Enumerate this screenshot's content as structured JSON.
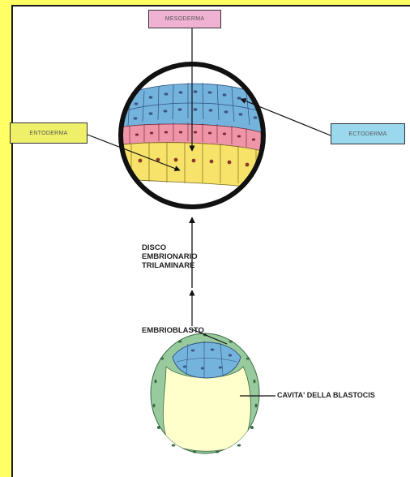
{
  "labels": {
    "mesoderma": "MESODERMA",
    "entoderma": "ENTODERMA",
    "ectoderma": "ECTODERMA",
    "disco_line1": "DISCO",
    "disco_line2": "EMBRIONARIO",
    "disco_line3": "TRILAMINARE",
    "embrioblasto": "EMBRIOBLASTO",
    "cavita": "CAVITA' DELLA BLASTOCIS"
  },
  "colors": {
    "background": "#ffff66",
    "ectoderm": "#74b3dc",
    "mesoderm": "#ef95a8",
    "endoderm": "#f7e36a",
    "trophoblast": "#98ca9e",
    "cavity": "#ffffcc",
    "nucleus": "#3d5580",
    "mesoderma_box": "#f0b2d2",
    "entoderma_box": "#eef06a",
    "ectoderma_box": "#9ad8ee"
  }
}
